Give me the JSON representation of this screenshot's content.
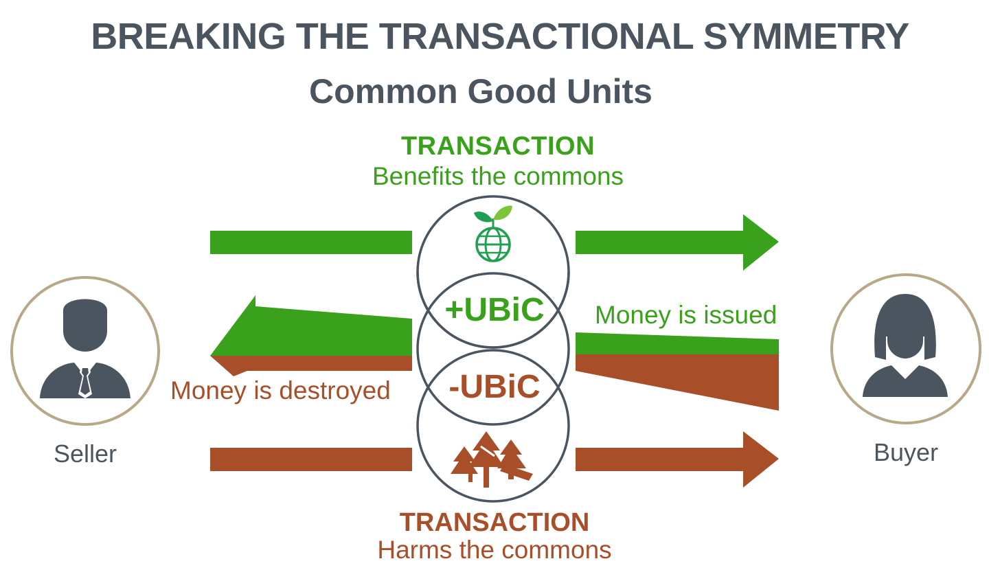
{
  "title": "BREAKING THE TRANSACTIONAL SYMMETRY",
  "subtitle": "Common Good Units",
  "top_transaction": {
    "heading": "TRANSACTION",
    "caption": "Benefits the commons"
  },
  "bottom_transaction": {
    "heading": "TRANSACTION",
    "caption": "Harms the commons"
  },
  "center": {
    "plus_label": "+UBiC",
    "minus_label": "-UBiC"
  },
  "flows": {
    "issued_label": "Money is issued",
    "destroyed_label": "Money is destroyed"
  },
  "seller": {
    "label": "Seller",
    "icon": "businessman-icon"
  },
  "buyer": {
    "label": "Buyer",
    "icon": "woman-icon"
  },
  "icons": {
    "top_circle": "sprouting-globe-icon",
    "bottom_circle": "felled-trees-icon"
  },
  "colors": {
    "green": "#3aa11c",
    "brown": "#a84e28",
    "gray": "#4a5560",
    "ring": "#b8a888"
  }
}
